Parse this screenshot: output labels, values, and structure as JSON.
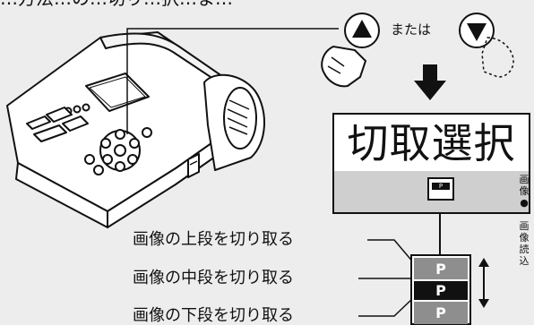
{
  "header_partial": "…方法…の…切り…択…ま…",
  "or_label": "または",
  "screen": {
    "title": "切取選択",
    "side_label_top": [
      "画",
      "像",
      "●"
    ],
    "side_label_bottom": [
      "画",
      "像",
      "読",
      "込"
    ],
    "mini_icon_label": "P"
  },
  "options": [
    {
      "label": "画像の上段を切り取る",
      "cell": "P"
    },
    {
      "label": "画像の中段を切り取る",
      "cell": "P"
    },
    {
      "label": "画像の下段を切り取る",
      "cell": "P"
    }
  ],
  "buttons": {
    "up_icon": "up-triangle-button-icon",
    "down_icon": "down-triangle-button-icon"
  }
}
